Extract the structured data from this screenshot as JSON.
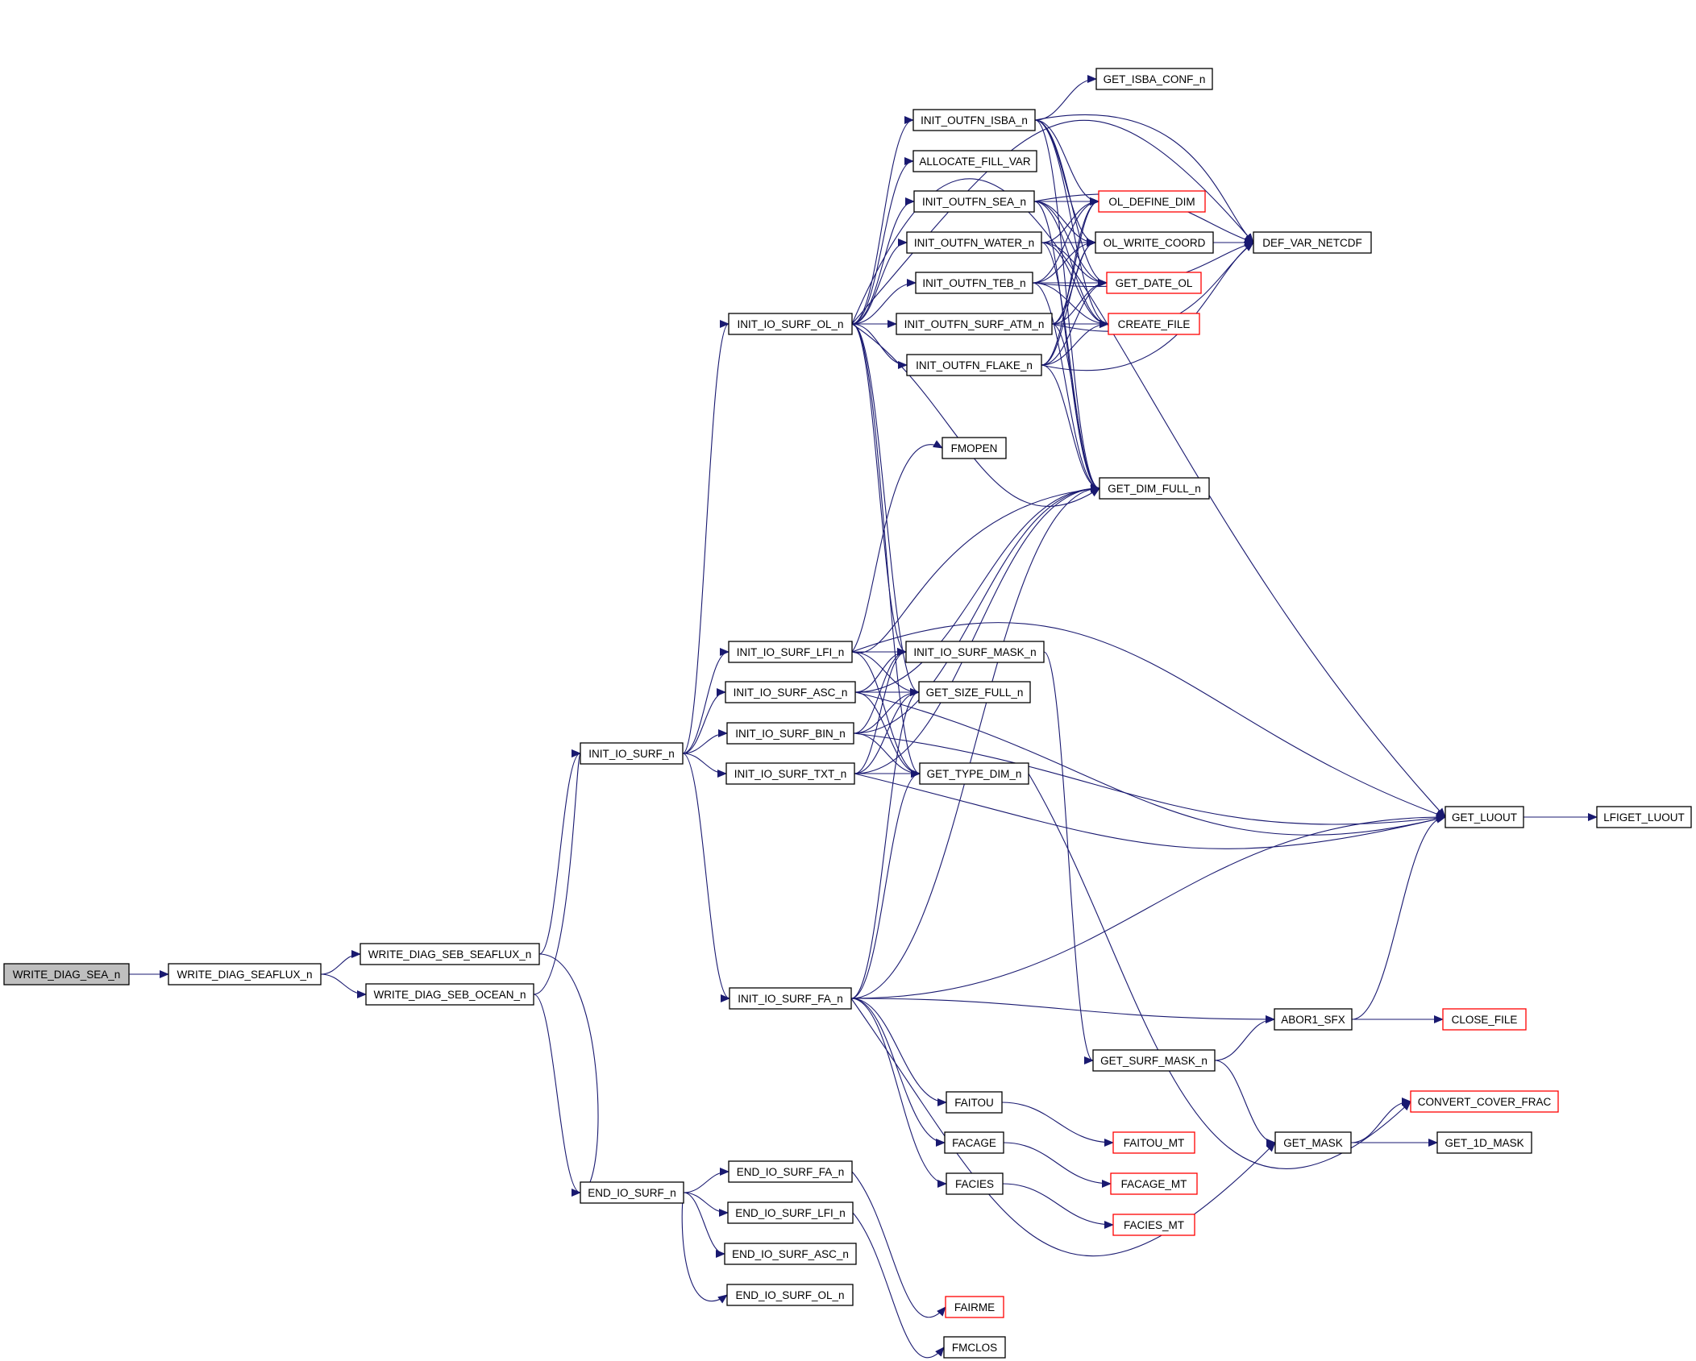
{
  "graph": {
    "nodes": [
      {
        "id": "WRITE_DIAG_SEA_n",
        "label": "WRITE_DIAG_SEA_n",
        "kind": "root"
      },
      {
        "id": "WRITE_DIAG_SEAFLUX_n",
        "label": "WRITE_DIAG_SEAFLUX_n",
        "kind": "normal"
      },
      {
        "id": "WRITE_DIAG_SEB_SEAFLUX_n",
        "label": "WRITE_DIAG_SEB_SEAFLUX_n",
        "kind": "normal"
      },
      {
        "id": "WRITE_DIAG_SEB_OCEAN_n",
        "label": "WRITE_DIAG_SEB_OCEAN_n",
        "kind": "normal"
      },
      {
        "id": "INIT_IO_SURF_n",
        "label": "INIT_IO_SURF_n",
        "kind": "normal"
      },
      {
        "id": "END_IO_SURF_n",
        "label": "END_IO_SURF_n",
        "kind": "normal"
      },
      {
        "id": "INIT_IO_SURF_OL_n",
        "label": "INIT_IO_SURF_OL_n",
        "kind": "normal"
      },
      {
        "id": "INIT_IO_SURF_LFI_n",
        "label": "INIT_IO_SURF_LFI_n",
        "kind": "normal"
      },
      {
        "id": "INIT_IO_SURF_ASC_n",
        "label": "INIT_IO_SURF_ASC_n",
        "kind": "normal"
      },
      {
        "id": "INIT_IO_SURF_BIN_n",
        "label": "INIT_IO_SURF_BIN_n",
        "kind": "normal"
      },
      {
        "id": "INIT_IO_SURF_TXT_n",
        "label": "INIT_IO_SURF_TXT_n",
        "kind": "normal"
      },
      {
        "id": "INIT_IO_SURF_FA_n",
        "label": "INIT_IO_SURF_FA_n",
        "kind": "normal"
      },
      {
        "id": "END_IO_SURF_FA_n",
        "label": "END_IO_SURF_FA_n",
        "kind": "normal"
      },
      {
        "id": "END_IO_SURF_LFI_n",
        "label": "END_IO_SURF_LFI_n",
        "kind": "normal"
      },
      {
        "id": "END_IO_SURF_ASC_n",
        "label": "END_IO_SURF_ASC_n",
        "kind": "normal"
      },
      {
        "id": "END_IO_SURF_OL_n",
        "label": "END_IO_SURF_OL_n",
        "kind": "normal"
      },
      {
        "id": "INIT_OUTFN_ISBA_n",
        "label": "INIT_OUTFN_ISBA_n",
        "kind": "normal"
      },
      {
        "id": "ALLOCATE_FILL_VAR",
        "label": "ALLOCATE_FILL_VAR",
        "kind": "normal"
      },
      {
        "id": "INIT_OUTFN_SEA_n",
        "label": "INIT_OUTFN_SEA_n",
        "kind": "normal"
      },
      {
        "id": "INIT_OUTFN_WATER_n",
        "label": "INIT_OUTFN_WATER_n",
        "kind": "normal"
      },
      {
        "id": "INIT_OUTFN_TEB_n",
        "label": "INIT_OUTFN_TEB_n",
        "kind": "normal"
      },
      {
        "id": "INIT_OUTFN_SURF_ATM_n",
        "label": "INIT_OUTFN_SURF_ATM_n",
        "kind": "normal"
      },
      {
        "id": "INIT_OUTFN_FLAKE_n",
        "label": "INIT_OUTFN_FLAKE_n",
        "kind": "normal"
      },
      {
        "id": "FMOPEN",
        "label": "FMOPEN",
        "kind": "normal"
      },
      {
        "id": "INIT_IO_SURF_MASK_n",
        "label": "INIT_IO_SURF_MASK_n",
        "kind": "normal"
      },
      {
        "id": "GET_SIZE_FULL_n",
        "label": "GET_SIZE_FULL_n",
        "kind": "normal"
      },
      {
        "id": "GET_TYPE_DIM_n",
        "label": "GET_TYPE_DIM_n",
        "kind": "normal"
      },
      {
        "id": "FAITOU",
        "label": "FAITOU",
        "kind": "normal"
      },
      {
        "id": "FACAGE",
        "label": "FACAGE",
        "kind": "normal"
      },
      {
        "id": "FACIES",
        "label": "FACIES",
        "kind": "normal"
      },
      {
        "id": "FAIRME",
        "label": "FAIRME",
        "kind": "external"
      },
      {
        "id": "FMCLOS",
        "label": "FMCLOS",
        "kind": "normal"
      },
      {
        "id": "GET_ISBA_CONF_n",
        "label": "GET_ISBA_CONF_n",
        "kind": "normal"
      },
      {
        "id": "OL_DEFINE_DIM",
        "label": "OL_DEFINE_DIM",
        "kind": "external"
      },
      {
        "id": "OL_WRITE_COORD",
        "label": "OL_WRITE_COORD",
        "kind": "normal"
      },
      {
        "id": "GET_DATE_OL",
        "label": "GET_DATE_OL",
        "kind": "external"
      },
      {
        "id": "CREATE_FILE",
        "label": "CREATE_FILE",
        "kind": "external"
      },
      {
        "id": "GET_DIM_FULL_n",
        "label": "GET_DIM_FULL_n",
        "kind": "normal"
      },
      {
        "id": "GET_SURF_MASK_n",
        "label": "GET_SURF_MASK_n",
        "kind": "normal"
      },
      {
        "id": "FAITOU_MT",
        "label": "FAITOU_MT",
        "kind": "external"
      },
      {
        "id": "FACAGE_MT",
        "label": "FACAGE_MT",
        "kind": "external"
      },
      {
        "id": "FACIES_MT",
        "label": "FACIES_MT",
        "kind": "external"
      },
      {
        "id": "DEF_VAR_NETCDF",
        "label": "DEF_VAR_NETCDF",
        "kind": "normal"
      },
      {
        "id": "ABOR1_SFX",
        "label": "ABOR1_SFX",
        "kind": "normal"
      },
      {
        "id": "GET_MASK",
        "label": "GET_MASK",
        "kind": "normal"
      },
      {
        "id": "GET_LUOUT",
        "label": "GET_LUOUT",
        "kind": "normal"
      },
      {
        "id": "CLOSE_FILE",
        "label": "CLOSE_FILE",
        "kind": "external"
      },
      {
        "id": "CONVERT_COVER_FRAC",
        "label": "CONVERT_COVER_FRAC",
        "kind": "external"
      },
      {
        "id": "GET_1D_MASK",
        "label": "GET_1D_MASK",
        "kind": "normal"
      },
      {
        "id": "LFIGET_LUOUT",
        "label": "LFIGET_LUOUT",
        "kind": "normal"
      }
    ],
    "edges": [
      [
        "WRITE_DIAG_SEA_n",
        "WRITE_DIAG_SEAFLUX_n"
      ],
      [
        "WRITE_DIAG_SEAFLUX_n",
        "WRITE_DIAG_SEB_SEAFLUX_n"
      ],
      [
        "WRITE_DIAG_SEAFLUX_n",
        "WRITE_DIAG_SEB_OCEAN_n"
      ],
      [
        "WRITE_DIAG_SEB_SEAFLUX_n",
        "INIT_IO_SURF_n"
      ],
      [
        "WRITE_DIAG_SEB_SEAFLUX_n",
        "END_IO_SURF_n"
      ],
      [
        "WRITE_DIAG_SEB_OCEAN_n",
        "INIT_IO_SURF_n"
      ],
      [
        "WRITE_DIAG_SEB_OCEAN_n",
        "END_IO_SURF_n"
      ],
      [
        "INIT_IO_SURF_n",
        "INIT_IO_SURF_OL_n"
      ],
      [
        "INIT_IO_SURF_n",
        "INIT_IO_SURF_LFI_n"
      ],
      [
        "INIT_IO_SURF_n",
        "INIT_IO_SURF_ASC_n"
      ],
      [
        "INIT_IO_SURF_n",
        "INIT_IO_SURF_BIN_n"
      ],
      [
        "INIT_IO_SURF_n",
        "INIT_IO_SURF_TXT_n"
      ],
      [
        "INIT_IO_SURF_n",
        "INIT_IO_SURF_FA_n"
      ],
      [
        "END_IO_SURF_n",
        "END_IO_SURF_FA_n"
      ],
      [
        "END_IO_SURF_n",
        "END_IO_SURF_LFI_n"
      ],
      [
        "END_IO_SURF_n",
        "END_IO_SURF_ASC_n"
      ],
      [
        "END_IO_SURF_n",
        "END_IO_SURF_OL_n"
      ],
      [
        "END_IO_SURF_FA_n",
        "FAIRME"
      ],
      [
        "END_IO_SURF_LFI_n",
        "FMCLOS"
      ],
      [
        "INIT_IO_SURF_OL_n",
        "INIT_OUTFN_ISBA_n"
      ],
      [
        "INIT_IO_SURF_OL_n",
        "ALLOCATE_FILL_VAR"
      ],
      [
        "INIT_IO_SURF_OL_n",
        "INIT_OUTFN_SEA_n"
      ],
      [
        "INIT_IO_SURF_OL_n",
        "INIT_OUTFN_WATER_n"
      ],
      [
        "INIT_IO_SURF_OL_n",
        "INIT_OUTFN_TEB_n"
      ],
      [
        "INIT_IO_SURF_OL_n",
        "INIT_OUTFN_SURF_ATM_n"
      ],
      [
        "INIT_IO_SURF_OL_n",
        "INIT_OUTFN_FLAKE_n"
      ],
      [
        "INIT_IO_SURF_OL_n",
        "GET_LUOUT"
      ],
      [
        "INIT_IO_SURF_OL_n",
        "DEF_VAR_NETCDF"
      ],
      [
        "INIT_IO_SURF_OL_n",
        "GET_DIM_FULL_n"
      ],
      [
        "INIT_IO_SURF_OL_n",
        "INIT_IO_SURF_MASK_n"
      ],
      [
        "INIT_IO_SURF_OL_n",
        "GET_SIZE_FULL_n"
      ],
      [
        "INIT_IO_SURF_OL_n",
        "GET_TYPE_DIM_n"
      ],
      [
        "INIT_OUTFN_ISBA_n",
        "GET_ISBA_CONF_n"
      ],
      [
        "INIT_OUTFN_ISBA_n",
        "OL_DEFINE_DIM"
      ],
      [
        "INIT_OUTFN_ISBA_n",
        "OL_WRITE_COORD"
      ],
      [
        "INIT_OUTFN_ISBA_n",
        "GET_DATE_OL"
      ],
      [
        "INIT_OUTFN_ISBA_n",
        "CREATE_FILE"
      ],
      [
        "INIT_OUTFN_ISBA_n",
        "GET_DIM_FULL_n"
      ],
      [
        "INIT_OUTFN_ISBA_n",
        "DEF_VAR_NETCDF"
      ],
      [
        "INIT_OUTFN_SEA_n",
        "OL_DEFINE_DIM"
      ],
      [
        "INIT_OUTFN_SEA_n",
        "OL_WRITE_COORD"
      ],
      [
        "INIT_OUTFN_SEA_n",
        "GET_DATE_OL"
      ],
      [
        "INIT_OUTFN_SEA_n",
        "CREATE_FILE"
      ],
      [
        "INIT_OUTFN_SEA_n",
        "GET_DIM_FULL_n"
      ],
      [
        "INIT_OUTFN_SEA_n",
        "DEF_VAR_NETCDF"
      ],
      [
        "INIT_OUTFN_WATER_n",
        "OL_DEFINE_DIM"
      ],
      [
        "INIT_OUTFN_WATER_n",
        "OL_WRITE_COORD"
      ],
      [
        "INIT_OUTFN_WATER_n",
        "GET_DATE_OL"
      ],
      [
        "INIT_OUTFN_WATER_n",
        "CREATE_FILE"
      ],
      [
        "INIT_OUTFN_WATER_n",
        "GET_DIM_FULL_n"
      ],
      [
        "INIT_OUTFN_WATER_n",
        "DEF_VAR_NETCDF"
      ],
      [
        "INIT_OUTFN_TEB_n",
        "OL_DEFINE_DIM"
      ],
      [
        "INIT_OUTFN_TEB_n",
        "OL_WRITE_COORD"
      ],
      [
        "INIT_OUTFN_TEB_n",
        "GET_DATE_OL"
      ],
      [
        "INIT_OUTFN_TEB_n",
        "CREATE_FILE"
      ],
      [
        "INIT_OUTFN_TEB_n",
        "GET_DIM_FULL_n"
      ],
      [
        "INIT_OUTFN_TEB_n",
        "DEF_VAR_NETCDF"
      ],
      [
        "INIT_OUTFN_SURF_ATM_n",
        "OL_DEFINE_DIM"
      ],
      [
        "INIT_OUTFN_SURF_ATM_n",
        "OL_WRITE_COORD"
      ],
      [
        "INIT_OUTFN_SURF_ATM_n",
        "GET_DATE_OL"
      ],
      [
        "INIT_OUTFN_SURF_ATM_n",
        "CREATE_FILE"
      ],
      [
        "INIT_OUTFN_SURF_ATM_n",
        "GET_DIM_FULL_n"
      ],
      [
        "INIT_OUTFN_SURF_ATM_n",
        "DEF_VAR_NETCDF"
      ],
      [
        "INIT_OUTFN_FLAKE_n",
        "OL_DEFINE_DIM"
      ],
      [
        "INIT_OUTFN_FLAKE_n",
        "OL_WRITE_COORD"
      ],
      [
        "INIT_OUTFN_FLAKE_n",
        "GET_DATE_OL"
      ],
      [
        "INIT_OUTFN_FLAKE_n",
        "CREATE_FILE"
      ],
      [
        "INIT_OUTFN_FLAKE_n",
        "GET_DIM_FULL_n"
      ],
      [
        "INIT_OUTFN_FLAKE_n",
        "DEF_VAR_NETCDF"
      ],
      [
        "OL_WRITE_COORD",
        "DEF_VAR_NETCDF"
      ],
      [
        "INIT_IO_SURF_LFI_n",
        "FMOPEN"
      ],
      [
        "INIT_IO_SURF_LFI_n",
        "GET_DIM_FULL_n"
      ],
      [
        "INIT_IO_SURF_LFI_n",
        "INIT_IO_SURF_MASK_n"
      ],
      [
        "INIT_IO_SURF_LFI_n",
        "GET_SIZE_FULL_n"
      ],
      [
        "INIT_IO_SURF_LFI_n",
        "GET_TYPE_DIM_n"
      ],
      [
        "INIT_IO_SURF_LFI_n",
        "GET_LUOUT"
      ],
      [
        "INIT_IO_SURF_ASC_n",
        "GET_DIM_FULL_n"
      ],
      [
        "INIT_IO_SURF_ASC_n",
        "INIT_IO_SURF_MASK_n"
      ],
      [
        "INIT_IO_SURF_ASC_n",
        "GET_SIZE_FULL_n"
      ],
      [
        "INIT_IO_SURF_ASC_n",
        "GET_TYPE_DIM_n"
      ],
      [
        "INIT_IO_SURF_ASC_n",
        "GET_LUOUT"
      ],
      [
        "INIT_IO_SURF_BIN_n",
        "INIT_IO_SURF_MASK_n"
      ],
      [
        "INIT_IO_SURF_BIN_n",
        "GET_SIZE_FULL_n"
      ],
      [
        "INIT_IO_SURF_BIN_n",
        "GET_TYPE_DIM_n"
      ],
      [
        "INIT_IO_SURF_BIN_n",
        "GET_DIM_FULL_n"
      ],
      [
        "INIT_IO_SURF_BIN_n",
        "GET_LUOUT"
      ],
      [
        "INIT_IO_SURF_TXT_n",
        "INIT_IO_SURF_MASK_n"
      ],
      [
        "INIT_IO_SURF_TXT_n",
        "GET_SIZE_FULL_n"
      ],
      [
        "INIT_IO_SURF_TXT_n",
        "GET_TYPE_DIM_n"
      ],
      [
        "INIT_IO_SURF_TXT_n",
        "GET_DIM_FULL_n"
      ],
      [
        "INIT_IO_SURF_TXT_n",
        "GET_LUOUT"
      ],
      [
        "INIT_IO_SURF_FA_n",
        "GET_SIZE_FULL_n"
      ],
      [
        "INIT_IO_SURF_FA_n",
        "GET_TYPE_DIM_n"
      ],
      [
        "INIT_IO_SURF_FA_n",
        "GET_DIM_FULL_n"
      ],
      [
        "INIT_IO_SURF_FA_n",
        "GET_LUOUT"
      ],
      [
        "INIT_IO_SURF_FA_n",
        "ABOR1_SFX"
      ],
      [
        "INIT_IO_SURF_FA_n",
        "FAITOU"
      ],
      [
        "INIT_IO_SURF_FA_n",
        "FACAGE"
      ],
      [
        "INIT_IO_SURF_FA_n",
        "FACIES"
      ],
      [
        "INIT_IO_SURF_FA_n",
        "GET_MASK"
      ],
      [
        "INIT_IO_SURF_MASK_n",
        "GET_SURF_MASK_n"
      ],
      [
        "GET_TYPE_DIM_n",
        "CONVERT_COVER_FRAC"
      ],
      [
        "FAITOU",
        "FAITOU_MT"
      ],
      [
        "FACAGE",
        "FACAGE_MT"
      ],
      [
        "FACIES",
        "FACIES_MT"
      ],
      [
        "GET_SURF_MASK_n",
        "ABOR1_SFX"
      ],
      [
        "GET_SURF_MASK_n",
        "GET_MASK"
      ],
      [
        "ABOR1_SFX",
        "GET_LUOUT"
      ],
      [
        "ABOR1_SFX",
        "CLOSE_FILE"
      ],
      [
        "GET_MASK",
        "CONVERT_COVER_FRAC"
      ],
      [
        "GET_MASK",
        "GET_1D_MASK"
      ],
      [
        "GET_LUOUT",
        "LFIGET_LUOUT"
      ]
    ]
  },
  "colors": {
    "edge": "#191970",
    "node_border": "#000000",
    "external_border": "#ff0000",
    "root_fill": "#bfbfbf",
    "node_fill": "#ffffff"
  }
}
